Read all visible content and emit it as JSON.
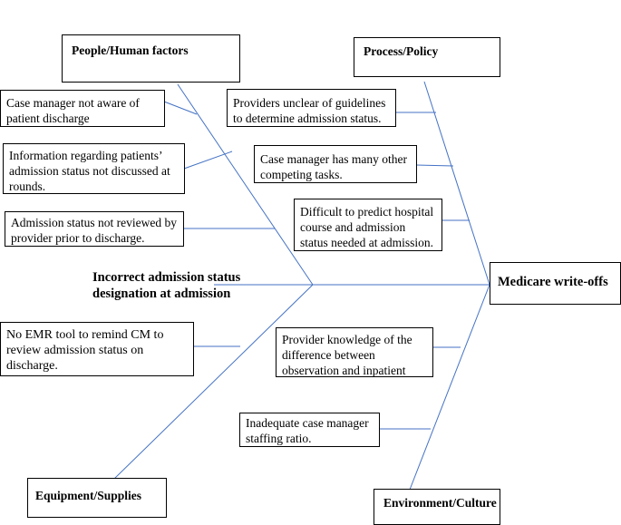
{
  "categories": {
    "people": "People/Human factors",
    "process": "Process/Policy",
    "equipment": "Equipment/Supplies",
    "environment": "Environment/Culture"
  },
  "problem": "Incorrect admission status designation at admission",
  "effect": "Medicare write-offs",
  "causes": {
    "people": [
      "Case manager not aware of patient discharge",
      "Information regarding patients’ admission status not discussed at rounds.",
      "Admission status not reviewed by provider prior to discharge."
    ],
    "process": [
      "Providers unclear of guidelines to determine admission status.",
      "Case manager has many other competing tasks.",
      "Difficult to predict hospital course and admission status needed at admission."
    ],
    "equipment": [
      "No EMR tool to remind CM to review admission status on discharge."
    ],
    "environment": [
      "Provider knowledge of the difference between observation and inpatient",
      "Inadequate case manager staffing ratio."
    ]
  },
  "colors": {
    "line": "#4472C4",
    "border": "#000000"
  }
}
